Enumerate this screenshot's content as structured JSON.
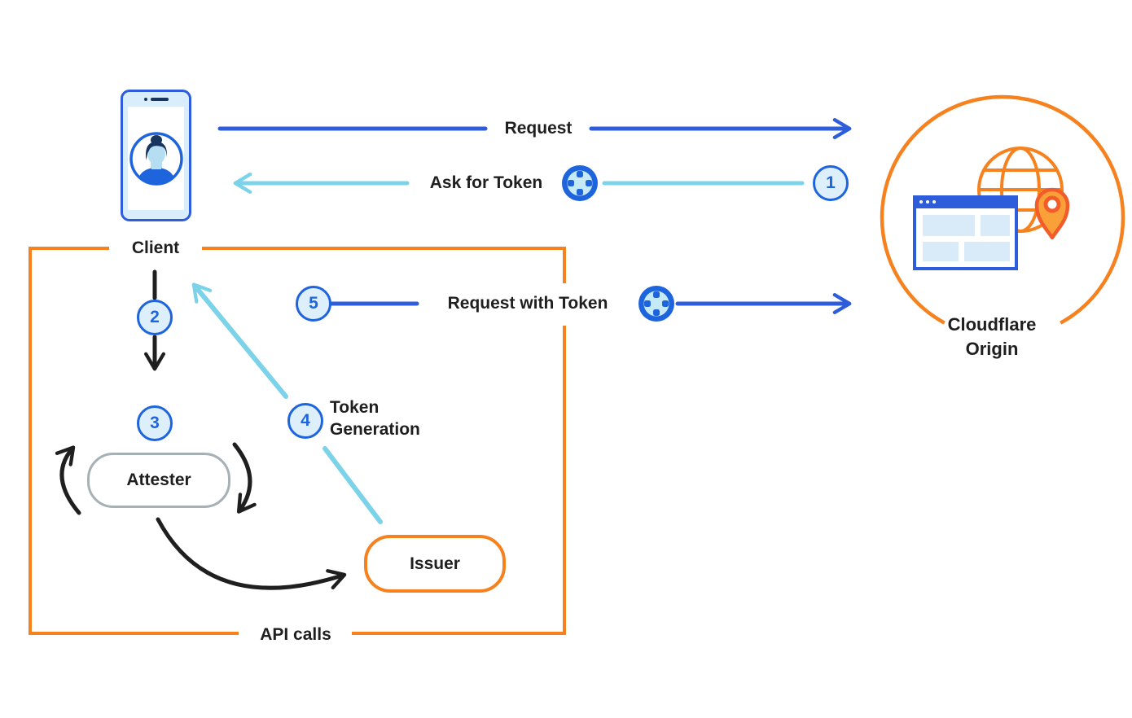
{
  "nodes": {
    "client": {
      "label": "Client",
      "icon": "smartphone-with-user-avatar"
    },
    "origin": {
      "label_line1": "Cloudflare",
      "label_line2": "Origin",
      "icon": "globe-browser-location-pin"
    },
    "attester": {
      "label": "Attester"
    },
    "issuer": {
      "label": "Issuer"
    }
  },
  "group": {
    "label": "API calls"
  },
  "flows": {
    "request": {
      "label": "Request"
    },
    "ask_for_token": {
      "label": "Ask for Token",
      "step": "1",
      "icon": "token-icon"
    },
    "request_with_token": {
      "label": "Request with Token",
      "step": "5",
      "icon": "token-icon"
    },
    "client_to_attester": {
      "step": "2"
    },
    "attestation": {
      "step": "3"
    },
    "token_generation": {
      "label_line1": "Token",
      "label_line2": "Generation",
      "step": "4"
    }
  },
  "colors": {
    "blue": "#2d5ddb",
    "cyan": "#7cd2e8",
    "orange": "#f6821f",
    "text_black": "#1f1f1f",
    "gray_border": "#a6b0b5",
    "step_fill": "#ddeffb",
    "step_blue": "#1e64dd",
    "token_inner": "#c5eaf6",
    "light_blue_fill": "#d9edfa",
    "navy": "#17365f",
    "pin_stroke": "#f25c2a",
    "pin_fill": "#f9a138"
  }
}
